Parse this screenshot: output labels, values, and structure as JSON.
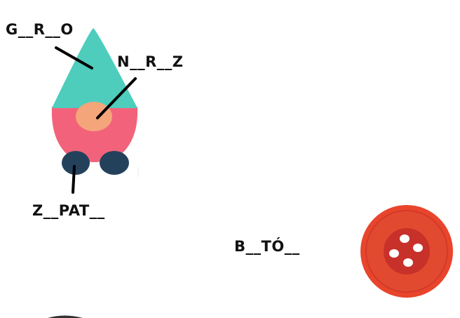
{
  "labels": {
    "hat": "G__R__O",
    "nose": "N__R__Z",
    "shoes": "Z__PAT__",
    "button": "B__TÓ__"
  },
  "colors": {
    "hat": "#4ecdbd",
    "body": "#f2637b",
    "nose": "#f4a57a",
    "shoes": "#24415c",
    "button_outer": "#e8452c",
    "button_rim": "#d8392a",
    "button_center": "#c8302a",
    "button_holes": "#ffffff",
    "pointer_lines": "#000000"
  }
}
